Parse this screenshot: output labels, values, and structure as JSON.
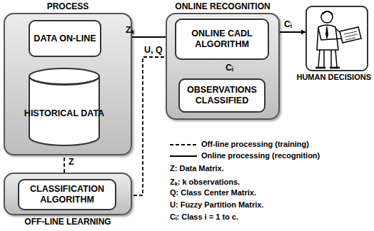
{
  "diagram": {
    "nodes": [
      {
        "text": [
          "PROCESS"
        ]
      },
      {
        "text": [
          "DATA ON-LINE"
        ],
        "in": 0
      },
      {
        "text": [
          "HISTORICAL DATA"
        ],
        "in": 0
      },
      {
        "text": [
          "ONLINE RECOGNITION"
        ]
      },
      {
        "text": [
          "ONLINE CADL ALGORITHM"
        ],
        "in": 3
      },
      {
        "text": [
          "OBSERVATIONS CLASSIFIED"
        ],
        "in": 3
      },
      {
        "text": [
          "HUMAN DECISIONS"
        ]
      },
      {
        "text": [
          "OFF-LINE LEARNING"
        ]
      },
      {
        "text": [
          "CLASSIFICATION ALGORITHM"
        ],
        "in": 7
      }
    ],
    "edges": [
      {
        "from": 1,
        "to": 4,
        "label": "Zₖ",
        "arrow": "to"
      },
      {
        "from": 4,
        "to": 6,
        "label": "Cᵢ",
        "arrow": "to"
      },
      {
        "from": 4,
        "to": 5,
        "label": "Cᵢ",
        "arrow": "to"
      },
      {
        "from": 2,
        "to": 8,
        "label": "Z",
        "arrow": "to"
      },
      {
        "from": 8,
        "to": 4,
        "label": "U, Q",
        "arrow": "to"
      }
    ],
    "labels": [
      "Z: Data Matrix.",
      "Zₖ: k observations.",
      "Q: Class Center Matrix.",
      "U: Fuzzy Partition Matrix.",
      "Cᵢ: Class i = 1 to c."
    ],
    "legend": [
      {
        "text": "Off-line processing (training)"
      },
      {
        "text": "Online processing (recognition)"
      }
    ]
  }
}
